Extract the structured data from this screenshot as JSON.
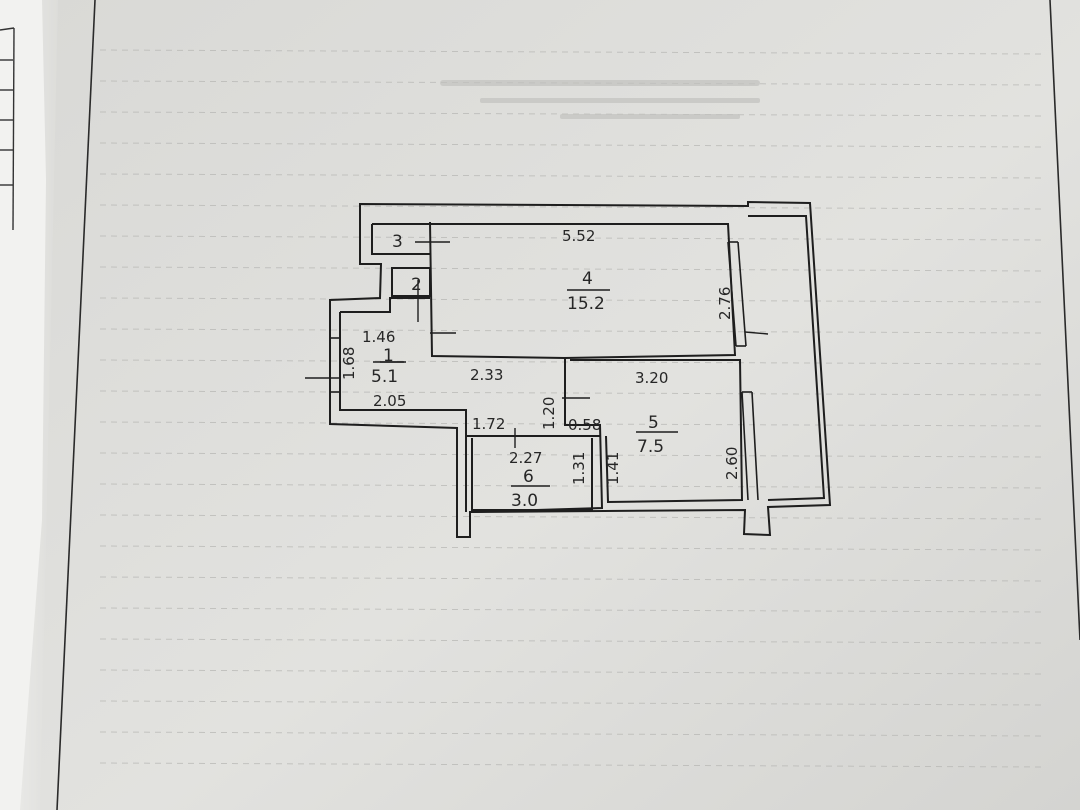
{
  "plan": {
    "rooms": [
      {
        "id": "1",
        "number": "1",
        "area": "5.1"
      },
      {
        "id": "2",
        "number": "2"
      },
      {
        "id": "3",
        "number": "3"
      },
      {
        "id": "4",
        "number": "4",
        "area": "15.2"
      },
      {
        "id": "5",
        "number": "5",
        "area": "7.5"
      },
      {
        "id": "6",
        "number": "6",
        "area": "3.0"
      }
    ],
    "dimensions": {
      "room4_width": "5.52",
      "room4_height": "2.76",
      "hall_width": "1.46",
      "hall_height": "1.68",
      "hall_depth": "2.05",
      "corridor_length": "2.33",
      "room5_width": "3.20",
      "room5_height": "2.60",
      "passage_height": "1.20",
      "passage_width": "0.58",
      "bath_width": "1.72",
      "bath_depth": "2.27",
      "bath_height": "1.31",
      "room5_offset": "1.41"
    }
  }
}
